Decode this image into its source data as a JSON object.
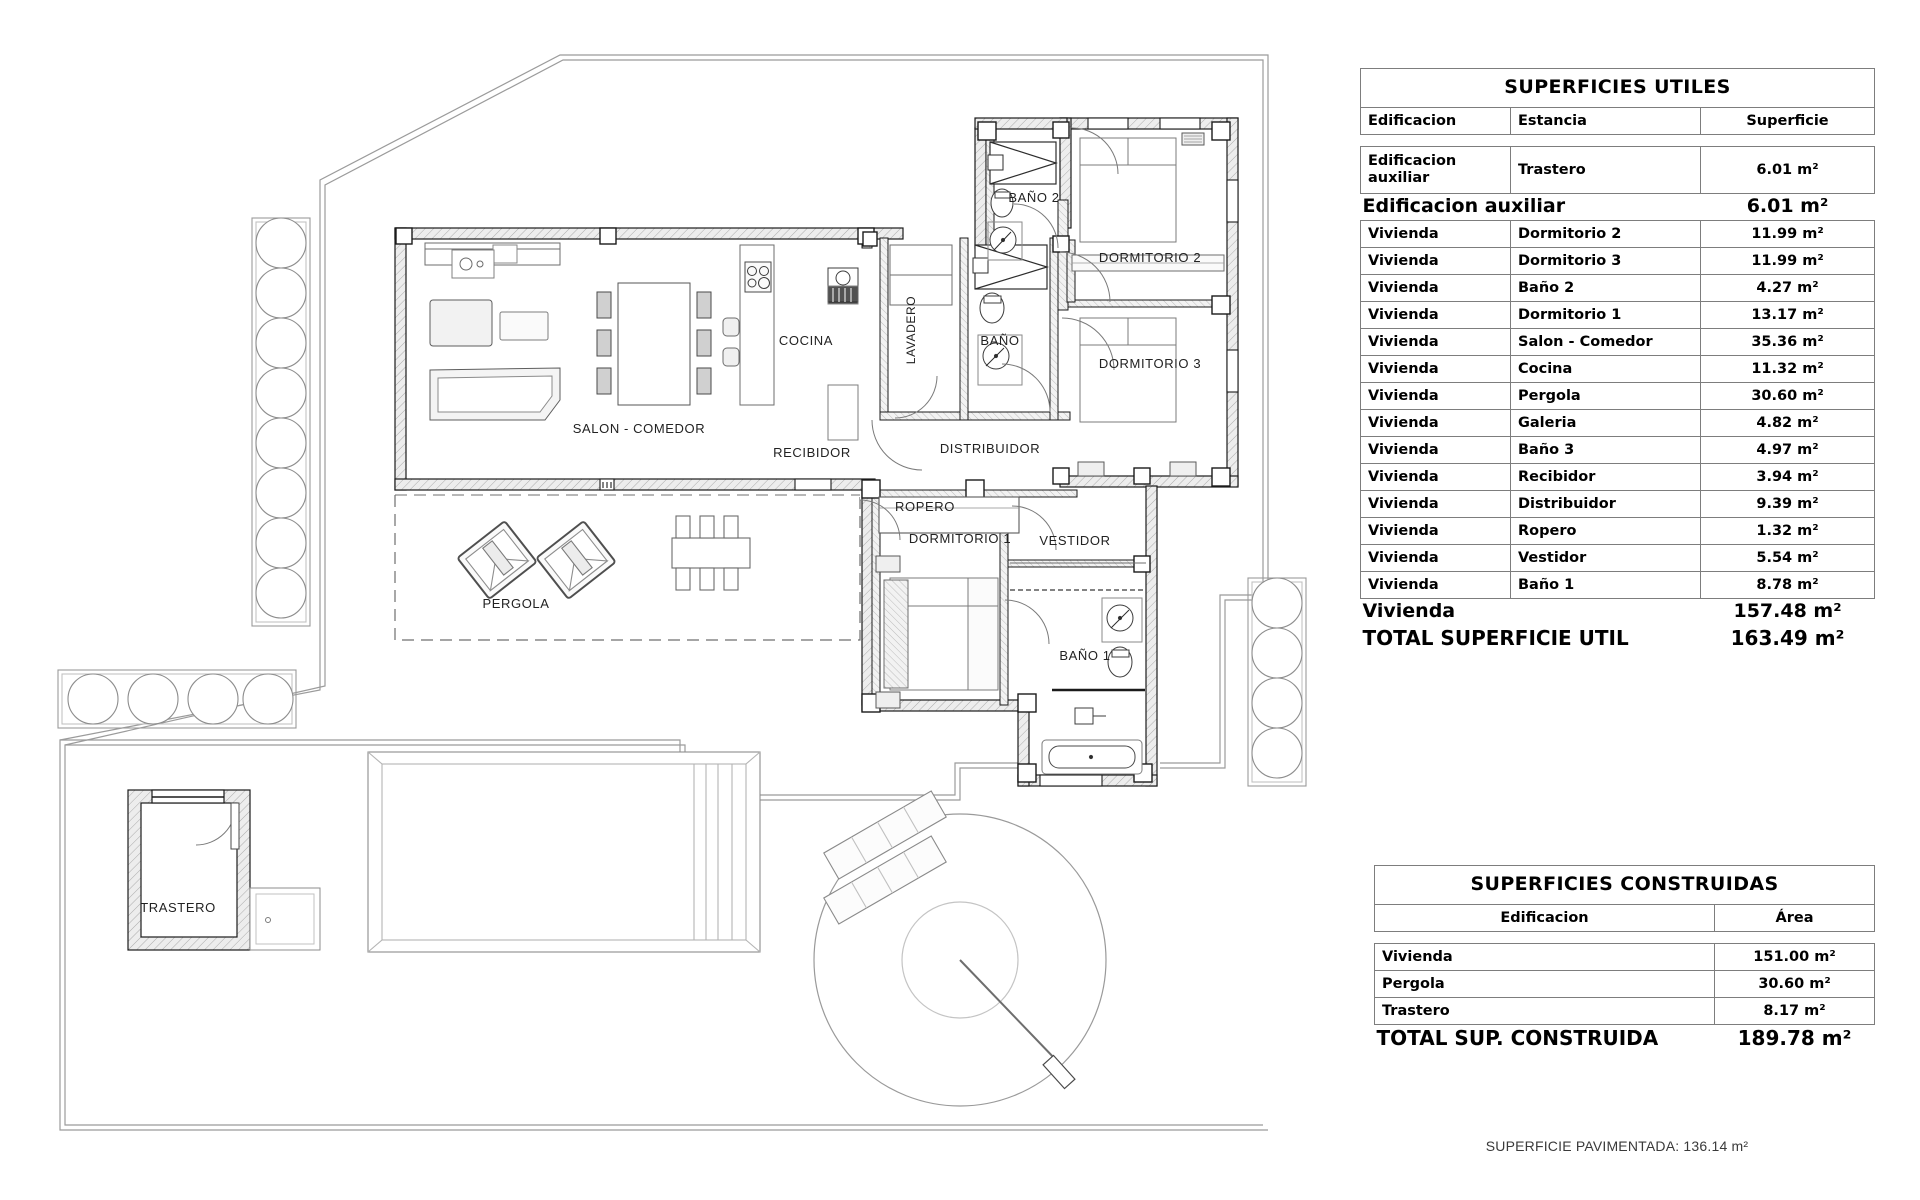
{
  "document": {
    "type": "architectural-floor-plan",
    "footnote": "SUPERFICIE PAVIMENTADA: 136.14 m²"
  },
  "tables": {
    "utiles": {
      "title": "SUPERFICIES UTILES",
      "headers": [
        "Edificacion",
        "Estancia",
        "Superficie"
      ],
      "aux_rows": [
        {
          "edificacion": "Edificacion auxiliar",
          "estancia": "Trastero",
          "superficie": "6.01 m²"
        }
      ],
      "aux_subtotal": {
        "label": "Edificacion auxiliar",
        "value": "6.01 m²"
      },
      "rows": [
        {
          "edificacion": "Vivienda",
          "estancia": "Dormitorio 2",
          "superficie": "11.99 m²"
        },
        {
          "edificacion": "Vivienda",
          "estancia": "Dormitorio 3",
          "superficie": "11.99 m²"
        },
        {
          "edificacion": "Vivienda",
          "estancia": "Baño 2",
          "superficie": "4.27 m²"
        },
        {
          "edificacion": "Vivienda",
          "estancia": "Dormitorio 1",
          "superficie": "13.17 m²"
        },
        {
          "edificacion": "Vivienda",
          "estancia": "Salon  - Comedor",
          "superficie": "35.36 m²"
        },
        {
          "edificacion": "Vivienda",
          "estancia": "Cocina",
          "superficie": "11.32 m²"
        },
        {
          "edificacion": "Vivienda",
          "estancia": "Pergola",
          "superficie": "30.60 m²"
        },
        {
          "edificacion": "Vivienda",
          "estancia": "Galeria",
          "superficie": "4.82 m²"
        },
        {
          "edificacion": "Vivienda",
          "estancia": "Baño 3",
          "superficie": "4.97 m²"
        },
        {
          "edificacion": "Vivienda",
          "estancia": "Recibidor",
          "superficie": "3.94 m²"
        },
        {
          "edificacion": "Vivienda",
          "estancia": "Distribuidor",
          "superficie": "9.39 m²"
        },
        {
          "edificacion": "Vivienda",
          "estancia": "Ropero",
          "superficie": "1.32 m²"
        },
        {
          "edificacion": "Vivienda",
          "estancia": "Vestidor",
          "superficie": "5.54 m²"
        },
        {
          "edificacion": "Vivienda",
          "estancia": "Baño 1",
          "superficie": "8.78 m²"
        }
      ],
      "subtotal": {
        "label": "Vivienda",
        "value": "157.48 m²"
      },
      "total": {
        "label": "TOTAL SUPERFICIE UTIL",
        "value": "163.49 m²"
      }
    },
    "construidas": {
      "title": "SUPERFICIES CONSTRUIDAS",
      "headers": [
        "Edificacion",
        "Área"
      ],
      "rows": [
        {
          "edificacion": "Vivienda",
          "area": "151.00 m²"
        },
        {
          "edificacion": "Pergola",
          "area": "30.60 m²"
        },
        {
          "edificacion": "Trastero",
          "area": "8.17 m²"
        }
      ],
      "total": {
        "label": "TOTAL SUP. CONSTRUIDA",
        "value": "189.78 m²"
      }
    }
  },
  "plan": {
    "rooms": [
      {
        "id": "salon",
        "label": "SALON - COMEDOR"
      },
      {
        "id": "cocina",
        "label": "COCINA"
      },
      {
        "id": "lavadero",
        "label": "LAVADERO"
      },
      {
        "id": "bano",
        "label": "BAÑO"
      },
      {
        "id": "bano2",
        "label": "BAÑO 2"
      },
      {
        "id": "bano1",
        "label": "BAÑO 1"
      },
      {
        "id": "dormitorio1",
        "label": "DORMITORIO 1"
      },
      {
        "id": "dormitorio2",
        "label": "DORMITORIO 2"
      },
      {
        "id": "dormitorio3",
        "label": "DORMITORIO 3"
      },
      {
        "id": "distribuidor",
        "label": "DISTRIBUIDOR"
      },
      {
        "id": "recibidor",
        "label": "RECIBIDOR"
      },
      {
        "id": "ropero",
        "label": "ROPERO"
      },
      {
        "id": "vestidor",
        "label": "VESTIDOR"
      },
      {
        "id": "pergola",
        "label": "PERGOLA"
      },
      {
        "id": "trastero",
        "label": "TRASTERO"
      }
    ]
  },
  "colors": {
    "ink": "#1a1a1a",
    "wall_fill": "#e8e8e8",
    "thin_line": "#8c8c8c",
    "paper": "#ffffff"
  }
}
